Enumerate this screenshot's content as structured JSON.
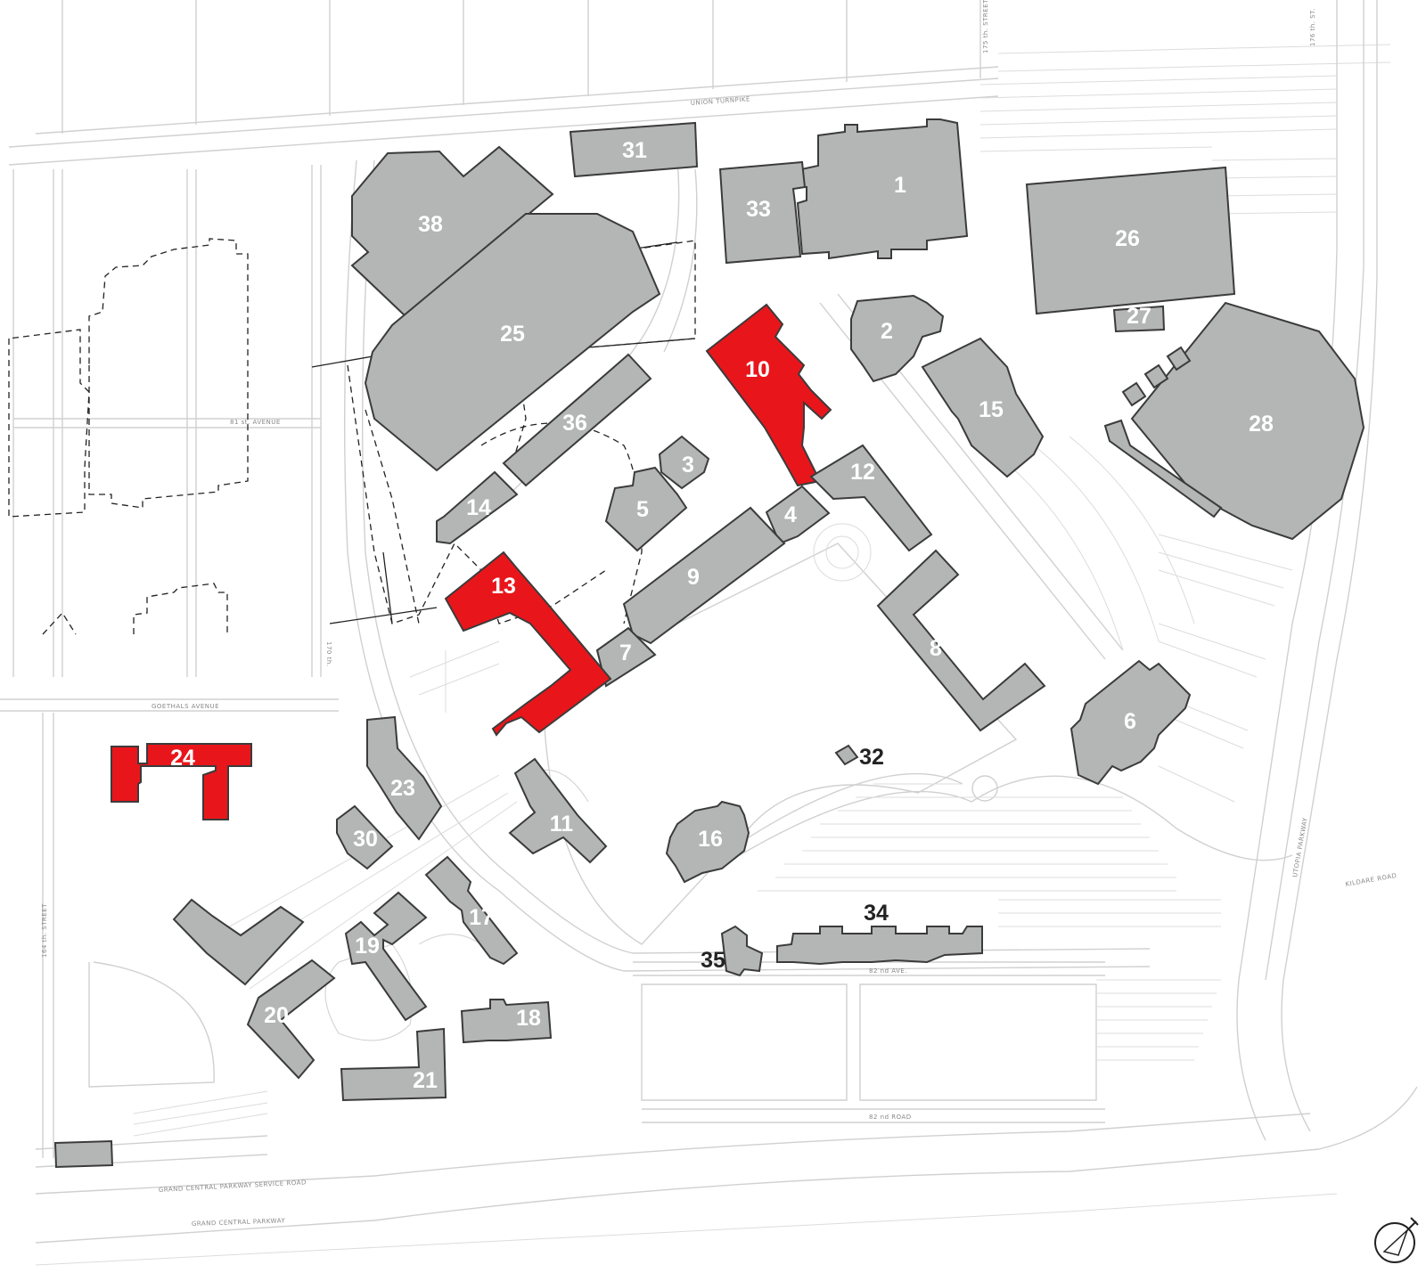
{
  "map": {
    "buildings": [
      {
        "id": "b1",
        "label": "1",
        "highlight": false
      },
      {
        "id": "b2",
        "label": "2",
        "highlight": false
      },
      {
        "id": "b3",
        "label": "3",
        "highlight": false
      },
      {
        "id": "b4",
        "label": "4",
        "highlight": false
      },
      {
        "id": "b5",
        "label": "5",
        "highlight": false
      },
      {
        "id": "b6",
        "label": "6",
        "highlight": false
      },
      {
        "id": "b7",
        "label": "7",
        "highlight": false
      },
      {
        "id": "b8",
        "label": "8",
        "highlight": false
      },
      {
        "id": "b9",
        "label": "9",
        "highlight": false
      },
      {
        "id": "b10",
        "label": "10",
        "highlight": true
      },
      {
        "id": "b11",
        "label": "11",
        "highlight": false
      },
      {
        "id": "b12",
        "label": "12",
        "highlight": false
      },
      {
        "id": "b13",
        "label": "13",
        "highlight": true
      },
      {
        "id": "b14",
        "label": "14",
        "highlight": false
      },
      {
        "id": "b15",
        "label": "15",
        "highlight": false
      },
      {
        "id": "b16",
        "label": "16",
        "highlight": false
      },
      {
        "id": "b17",
        "label": "17",
        "highlight": false
      },
      {
        "id": "b18",
        "label": "18",
        "highlight": false
      },
      {
        "id": "b19",
        "label": "19",
        "highlight": false
      },
      {
        "id": "b20",
        "label": "20",
        "highlight": false
      },
      {
        "id": "b21",
        "label": "21",
        "highlight": false
      },
      {
        "id": "b23",
        "label": "23",
        "highlight": false
      },
      {
        "id": "b24",
        "label": "24",
        "highlight": true
      },
      {
        "id": "b25",
        "label": "25",
        "highlight": false
      },
      {
        "id": "b26",
        "label": "26",
        "highlight": false
      },
      {
        "id": "b27",
        "label": "27",
        "highlight": false
      },
      {
        "id": "b28",
        "label": "28",
        "highlight": false
      },
      {
        "id": "b30",
        "label": "30",
        "highlight": false
      },
      {
        "id": "b31",
        "label": "31",
        "highlight": false
      },
      {
        "id": "b32",
        "label": "32",
        "highlight": false
      },
      {
        "id": "b33",
        "label": "33",
        "highlight": false
      },
      {
        "id": "b34",
        "label": "34",
        "highlight": false
      },
      {
        "id": "b35",
        "label": "35",
        "highlight": false
      },
      {
        "id": "b36",
        "label": "36",
        "highlight": false
      },
      {
        "id": "b38",
        "label": "38",
        "highlight": false
      }
    ],
    "streets": {
      "union_turnpike": "UNION TURNPIKE",
      "ave_81": "81 st. AVENUE",
      "goethals": "GOETHALS AVENUE",
      "st_170": "170 th.",
      "st_164": "164 th. STREET",
      "st_175": "175 th. STREET",
      "st_176": "176 th. ST.",
      "ave_82nd": "82 nd AVE.",
      "road_82nd": "82 nd ROAD",
      "gcp_service": "GRAND CENTRAL PARKWAY SERVICE ROAD",
      "gcp": "GRAND CENTRAL PARKWAY",
      "utopia": "UTOPIA PARKWAY",
      "kildare": "KILDARE ROAD"
    },
    "colors": {
      "building": "#b3b6b4",
      "highlight": "#e8161b",
      "outline": "#3b3b3b",
      "roads": "#d0d0d0"
    },
    "compass_icon": "north-arrow-icon"
  }
}
